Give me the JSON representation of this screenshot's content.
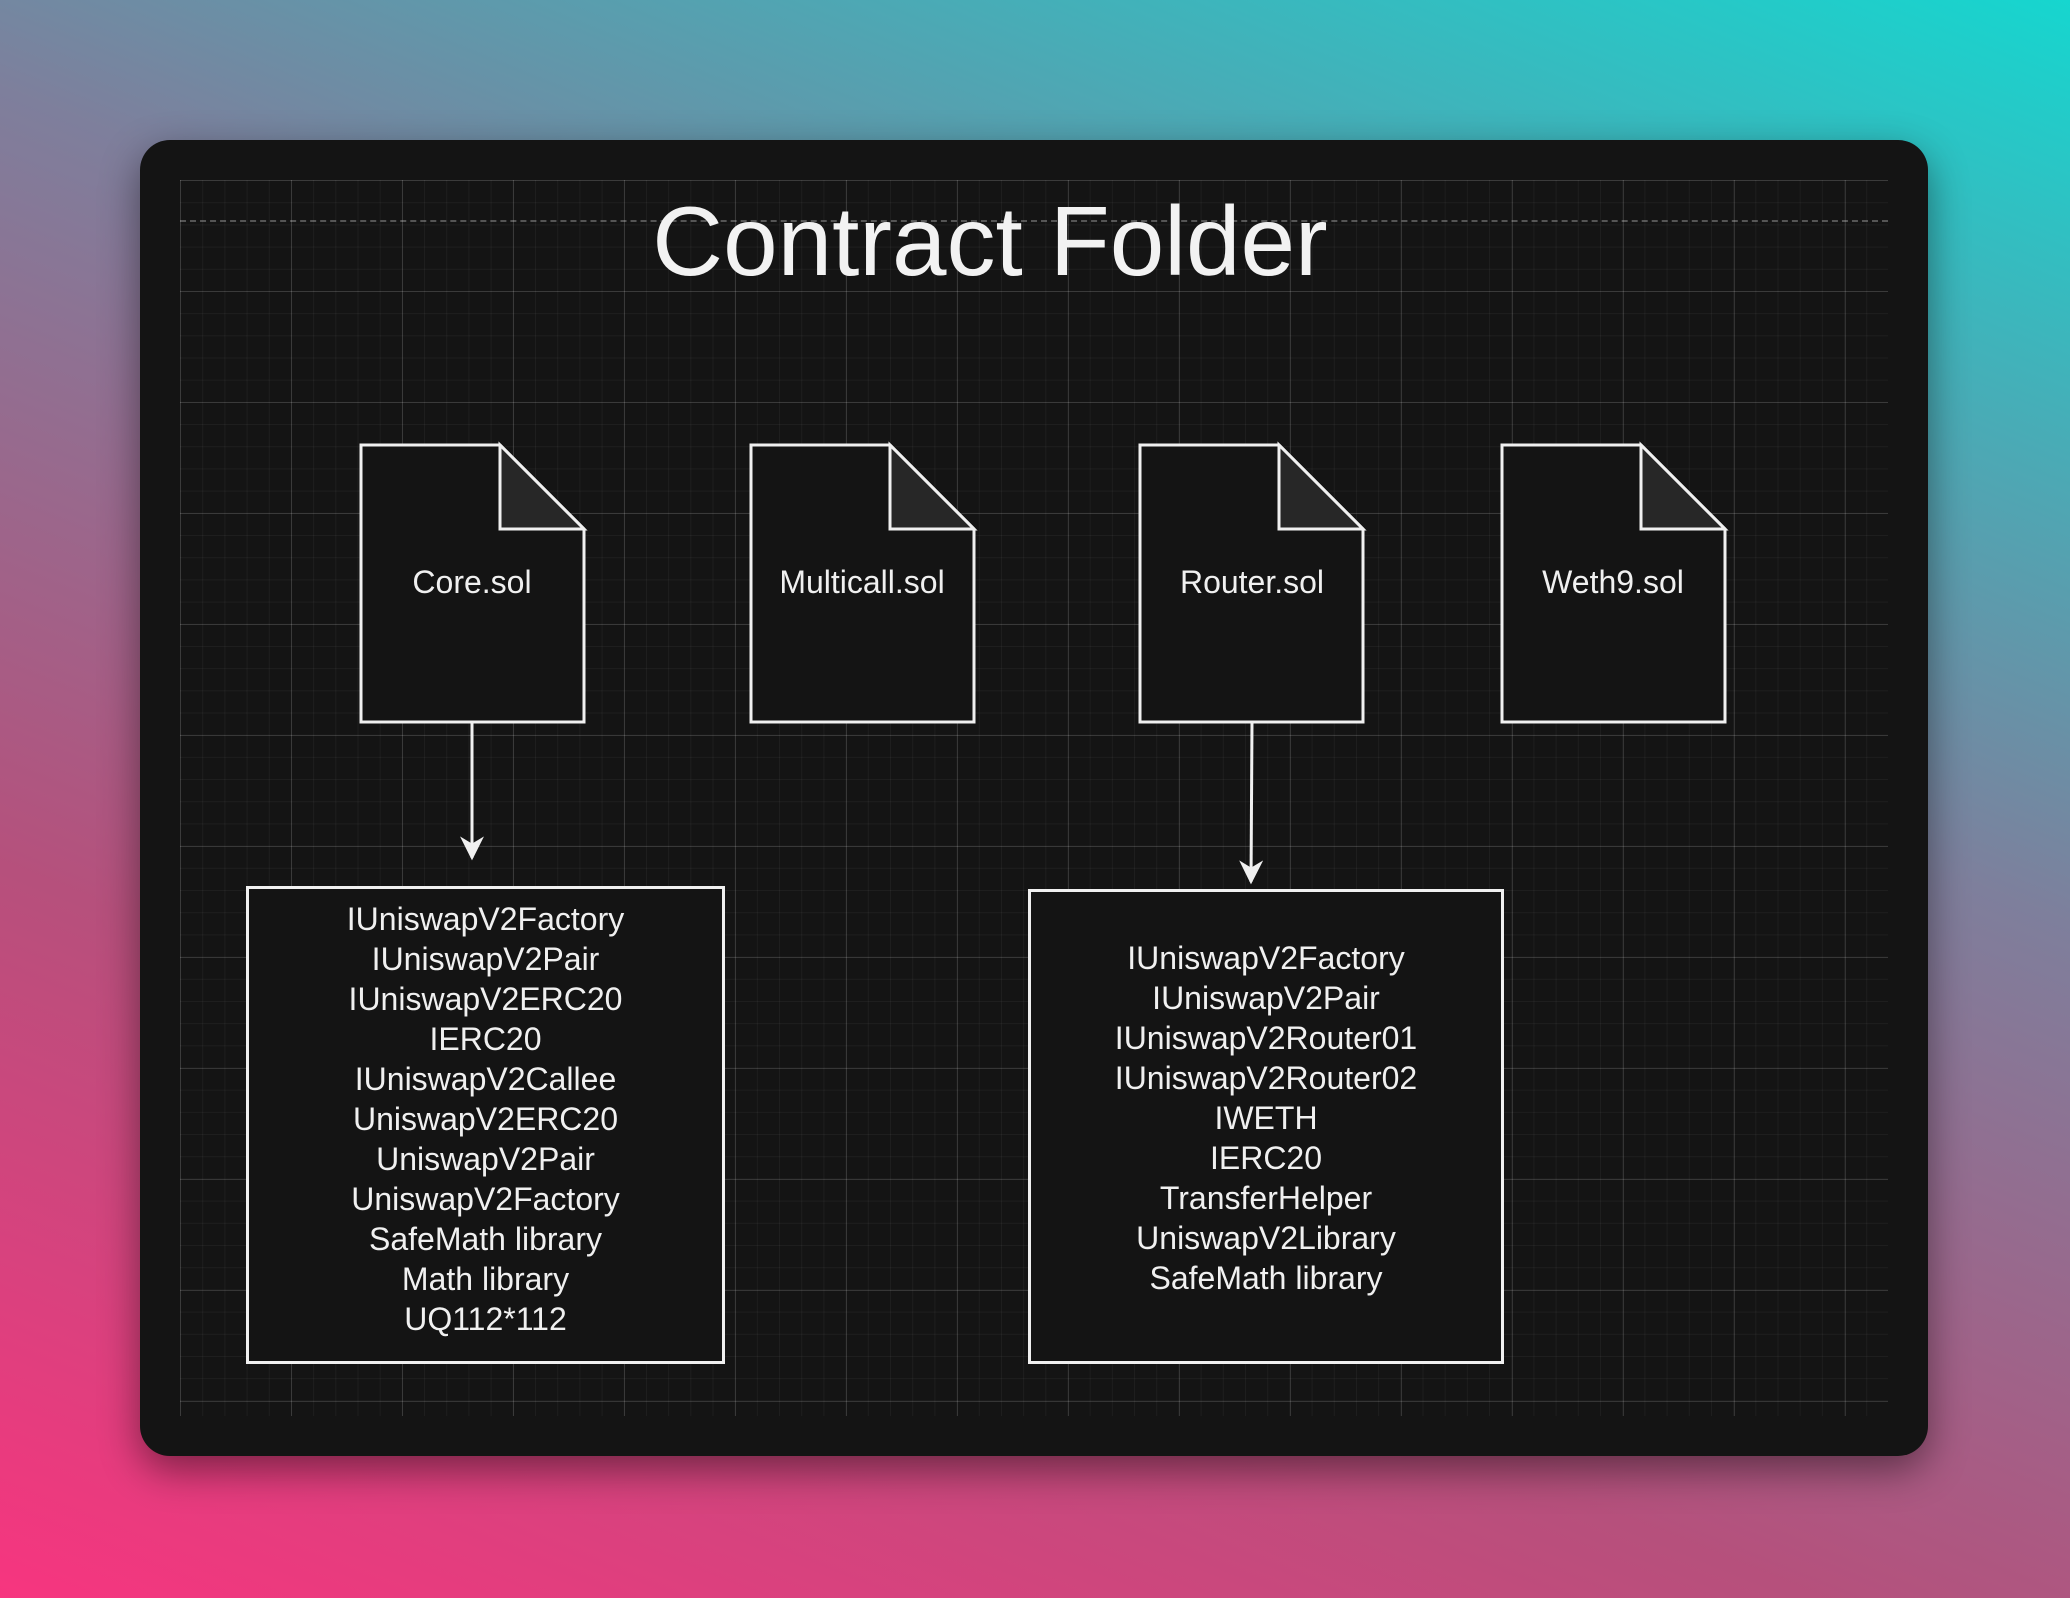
{
  "title": "Contract Folder",
  "files": [
    {
      "label": "Core.sol"
    },
    {
      "label": "Multicall.sol"
    },
    {
      "label": "Router.sol"
    },
    {
      "label": "Weth9.sol"
    }
  ],
  "core_contents": [
    "IUniswapV2Factory",
    "IUniswapV2Pair",
    "IUniswapV2ERC20",
    "IERC20",
    "IUniswapV2Callee",
    "UniswapV2ERC20",
    "UniswapV2Pair",
    "UniswapV2Factory",
    "SafeMath library",
    "Math library",
    "UQ112*112"
  ],
  "router_contents": [
    "IUniswapV2Factory",
    "IUniswapV2Pair",
    "IUniswapV2Router01",
    "IUniswapV2Router02",
    "IWETH",
    "IERC20",
    "TransferHelper",
    "UniswapV2Library",
    "SafeMath library"
  ],
  "edges": [
    {
      "from": "Core.sol",
      "to": "core_contents"
    },
    {
      "from": "Router.sol",
      "to": "router_contents"
    }
  ]
}
